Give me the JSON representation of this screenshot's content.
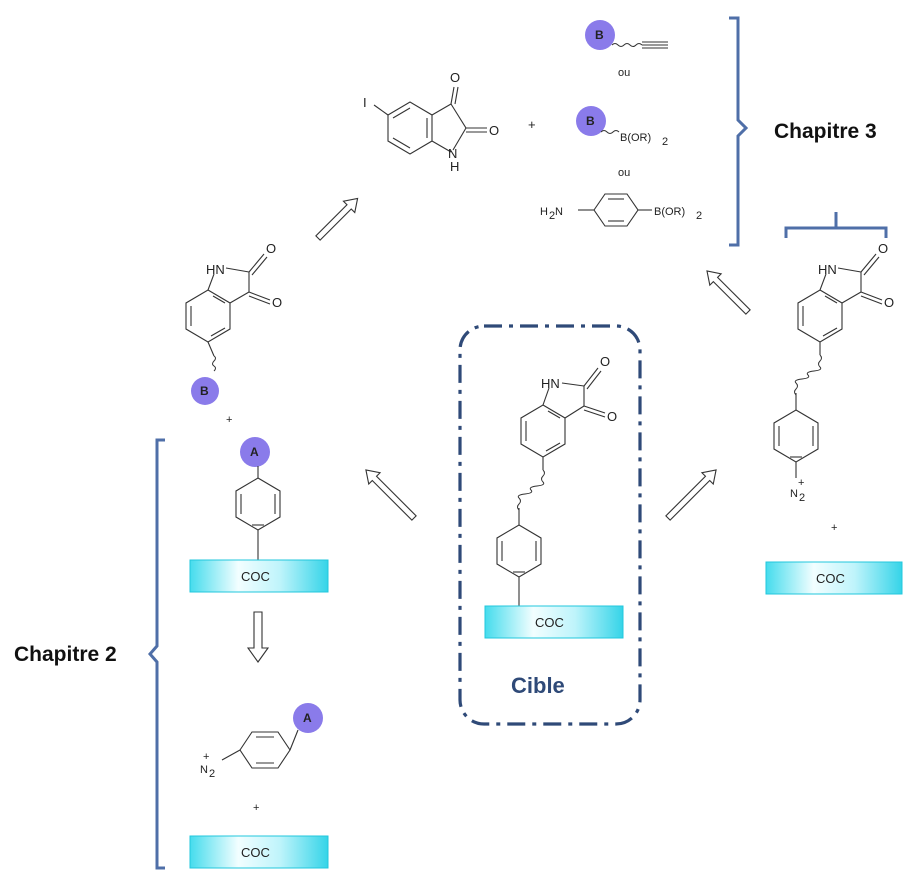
{
  "labels": {
    "chapitre3": "Chapitre 3",
    "chapitre2": "Chapitre 2",
    "cible": "Cible",
    "coc": "COC",
    "ou": "ou",
    "plus": "+",
    "nh": "NH",
    "hn": "HN",
    "h": "H",
    "n": "N",
    "o": "O",
    "i": "I",
    "b": "B",
    "a": "A",
    "boronic": "B(OR)",
    "sub2": "2",
    "h2n": "H",
    "h2n_sub": "2",
    "h2n_n": "N",
    "diazo": "N",
    "diazo_sub": "2",
    "diazo_plus": "+"
  },
  "colors": {
    "circle": "#8a7bea",
    "bracket": "#4f6fa8",
    "cible_box": "#2f4a78",
    "coc_light": "#e6fcff",
    "coc_dark": "#3fd9ec"
  }
}
